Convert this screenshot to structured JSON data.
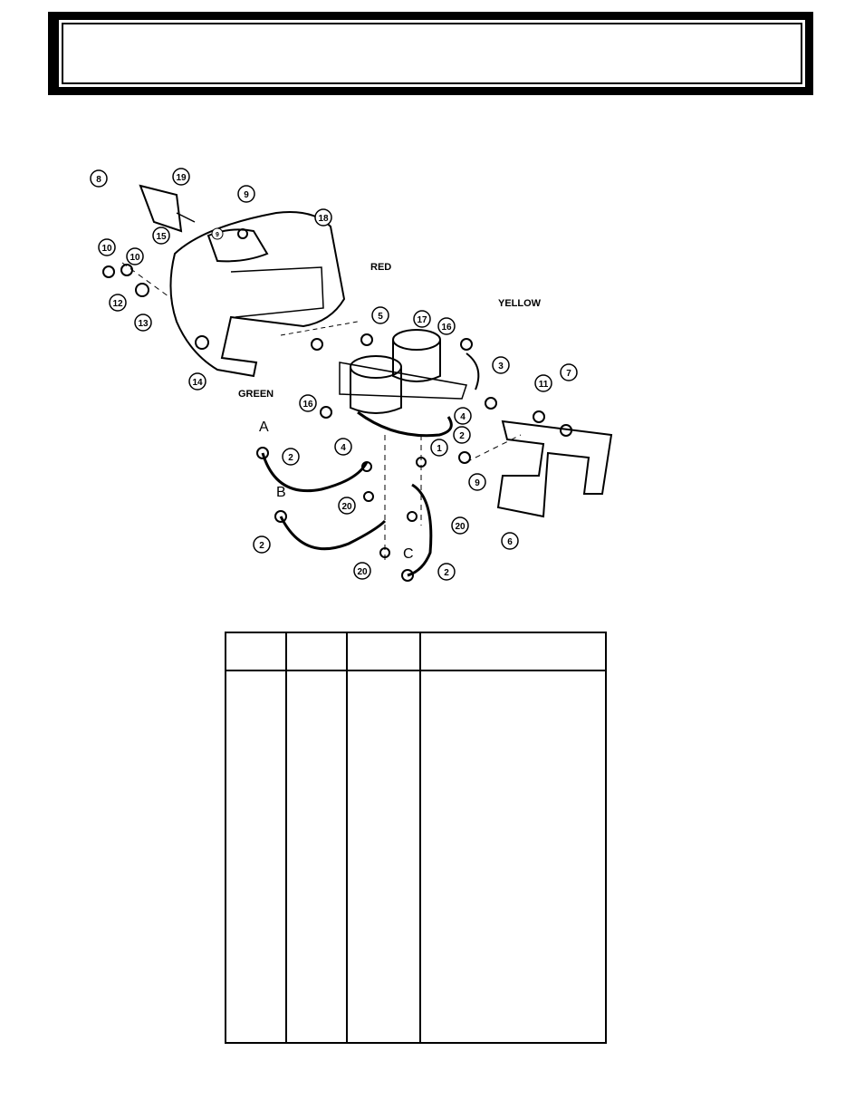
{
  "header": {
    "title": ""
  },
  "diagram": {
    "callouts": [
      "1",
      "2",
      "2",
      "2",
      "2",
      "3",
      "4",
      "4",
      "5",
      "6",
      "7",
      "8",
      "9",
      "9",
      "9",
      "10",
      "10",
      "11",
      "12",
      "13",
      "14",
      "15",
      "16",
      "16",
      "17",
      "18",
      "19",
      "20",
      "20",
      "20"
    ],
    "wire_labels": {
      "red": "RED",
      "yellow": "YELLOW",
      "green": "GREEN"
    },
    "cable_ends": {
      "a": "A",
      "b": "B",
      "c": "C"
    }
  },
  "parts_table": {
    "columns": [
      "",
      "",
      "",
      ""
    ],
    "rows": []
  }
}
